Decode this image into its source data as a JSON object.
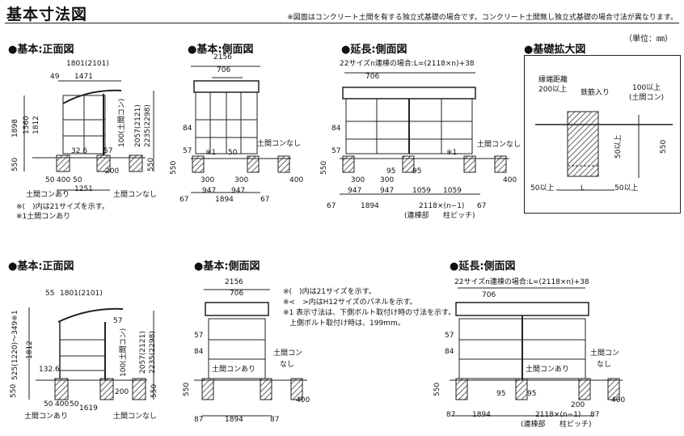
{
  "header": {
    "title": "基本寸法図",
    "note": "※図面はコンクリート土間を有する独立式基礎の場合です。コンクリート土間無し独立式基礎の場合寸法が異なります。",
    "unit": "（単位：㎜）"
  },
  "sections": {
    "top_front": "●基本:正面図",
    "top_side": "●基本:側面図",
    "top_ext": "●延長:側面図",
    "top_foundation": "●基礎拡大図",
    "bot_front": "●基本:正面図",
    "bot_side": "●基本:側面図",
    "bot_ext": "●延長:側面図"
  },
  "top_front": {
    "w_total": "1801(2101)",
    "w49": "49",
    "w1471": "1471",
    "h1898": "1898",
    "h1560": "1560",
    "h1812": "1812",
    "h550": "550",
    "h2057": "2057(2121)",
    "h2235": "2235(2298)",
    "h550r": "550",
    "h100": "100(土間コン)",
    "d57": "57",
    "d326": "32.6",
    "d200": "200",
    "d50": "50",
    "d400": "400",
    "d50b": "50",
    "w1251": "1251",
    "with_concrete": "土間コンあり",
    "without_concrete": "土間コンなし",
    "note1": "※(　)内は21サイズを示す。",
    "note2": "※1土間コンあり"
  },
  "top_side": {
    "w2156": "2156",
    "w706": "706",
    "h84": "84",
    "h57": "57",
    "h550": "550",
    "star1": "※1",
    "d50": "50",
    "d300a": "300",
    "d300b": "300",
    "d400": "400",
    "w947a": "947",
    "w947b": "947",
    "w1894": "1894",
    "d67a": "67",
    "d67b": "67",
    "no_concrete": "土間コンなし"
  },
  "top_ext": {
    "formula": "22サイズn連棟の場合:L=(2118×n)+38",
    "w706": "706",
    "h84": "84",
    "h57": "57",
    "h550": "550",
    "star1": "※1",
    "no_concrete": "土間コンなし",
    "d300a": "300",
    "d300b": "300",
    "d95a": "95",
    "d95b": "95",
    "w947a": "947",
    "w947b": "947",
    "w1059a": "1059",
    "w1059b": "1059",
    "d400": "400",
    "d67a": "67",
    "w1894": "1894",
    "w2118": "2118×(n−1)",
    "d67b": "67",
    "joint": "(連棟部",
    "pitch": "柱ピッチ)"
  },
  "foundation": {
    "edge": "縁端距離",
    "edge200": "200以上",
    "rebar": "鉄筋入り",
    "top100": "100以上",
    "top100b": "(土間コン)",
    "h550": "550",
    "h50": "50以上",
    "b50a": "50以上",
    "bL": "L",
    "b50b": "50以上"
  },
  "bot_front": {
    "w55": "55",
    "w1801": "1801(2101)",
    "h349": "525(1220)〜349※1",
    "h1812": "1812",
    "d1326": "132.6",
    "h57": "57",
    "h100": "100(土間コン)",
    "h2057": "2057(2121)",
    "h2235": "2235(2298)",
    "h550": "550",
    "d550r": "550",
    "d50": "50",
    "d400": "400",
    "d50b": "50",
    "d200": "200",
    "w1619": "1619",
    "with_concrete": "土間コンあり",
    "without_concrete": "土間コンなし"
  },
  "bot_side": {
    "w2156": "2156",
    "w706": "706",
    "h57": "57",
    "h84": "84",
    "h550": "550",
    "with_concrete": "土間コンあり",
    "no_concrete_a": "土間コン",
    "no_concrete_b": "なし",
    "d400": "400",
    "d87a": "87",
    "w1894": "1894",
    "d87b": "87",
    "note1": "※(　)内は21サイズを示す。",
    "note2": "※<　>内はH12サイズのパネルを示す。",
    "note3": "※1 表示寸法は、下側ボルト取付け時の寸法を示す。",
    "note4": "上側ボルト取付け時は、199mm。"
  },
  "bot_ext": {
    "formula": "22サイズn連棟の場合:L=(2118×n)+38",
    "w706": "706",
    "h57": "57",
    "h84": "84",
    "h550": "550",
    "with_concrete": "土間コンあり",
    "no_concrete_a": "土間コン",
    "no_concrete_b": "なし",
    "d95a": "95",
    "d95b": "95",
    "d200": "200",
    "d400": "400",
    "d87a": "87",
    "w1894": "1894",
    "w2118": "2118×(n−1)",
    "d87b": "87",
    "joint": "(連棟部",
    "pitch": "柱ピッチ)"
  }
}
